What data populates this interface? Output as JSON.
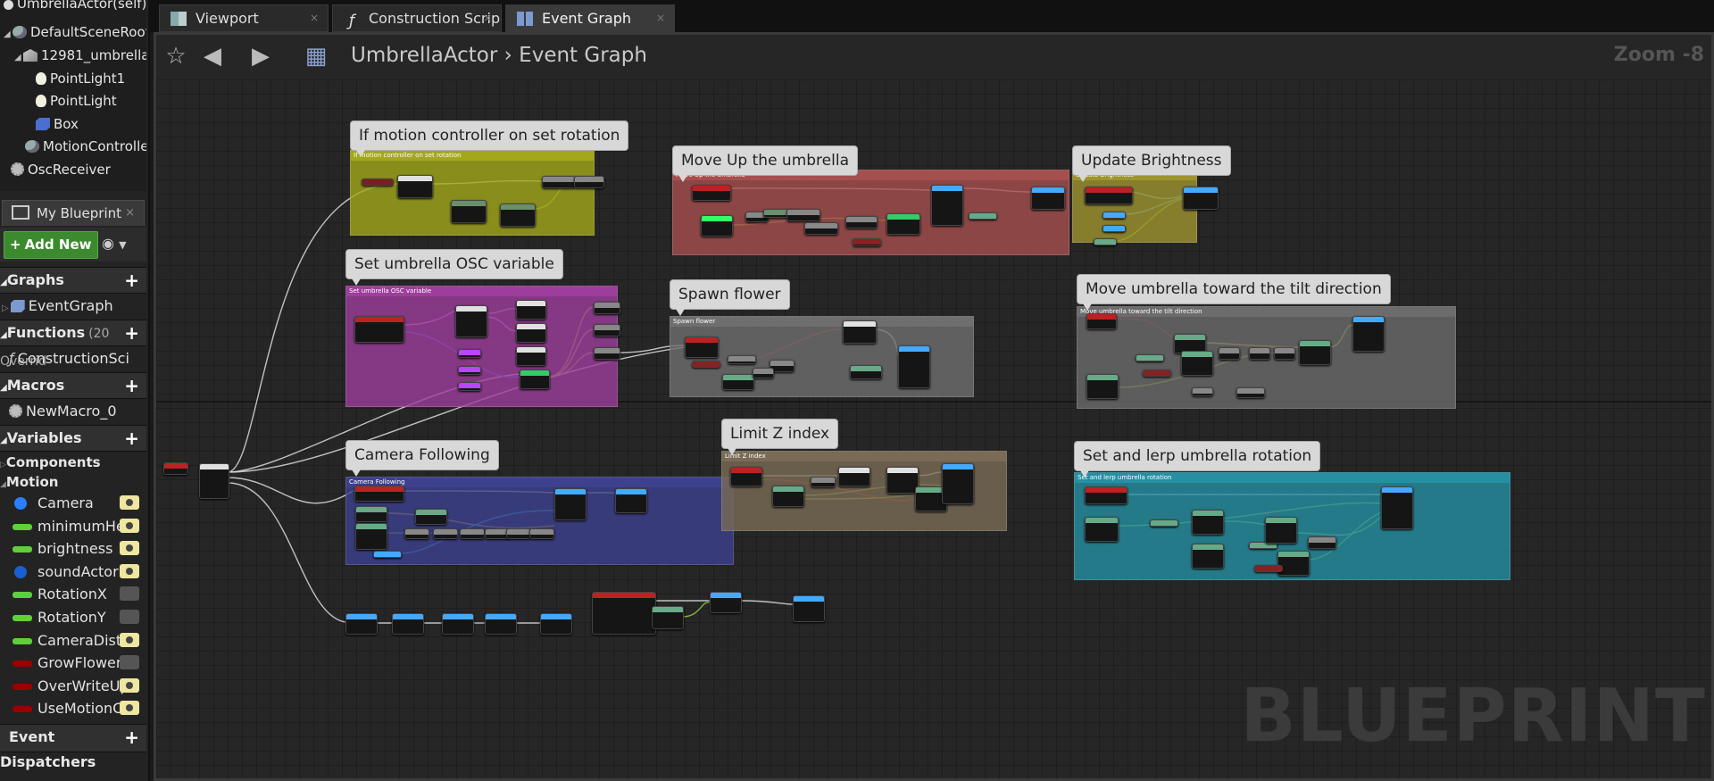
{
  "components": {
    "items": [
      {
        "label": "UmbrellaActor(self)",
        "icon": "actor-icon"
      },
      {
        "label": "DefaultSceneRoot",
        "icon": "scene-root-icon"
      },
      {
        "label": "12981_umbrella",
        "icon": "static-mesh-icon"
      },
      {
        "label": "PointLight1",
        "icon": "light-bulb-icon"
      },
      {
        "label": "PointLight",
        "icon": "light-bulb-icon"
      },
      {
        "label": "Box",
        "icon": "box-icon"
      },
      {
        "label": "MotionControlle",
        "icon": "motion-controller-icon"
      },
      {
        "label": "OscReceiver",
        "icon": "gear-icon"
      }
    ]
  },
  "my_blueprint": {
    "tab_label": "My Blueprint",
    "add_new_label": "Add New",
    "sections": {
      "graphs": {
        "title": "Graphs",
        "items": [
          "EventGraph"
        ]
      },
      "functions": {
        "title": "Functions",
        "extra": "(20 Overrid",
        "items": [
          "ConstructionSci"
        ]
      },
      "macros": {
        "title": "Macros",
        "items": [
          "NewMacro_0"
        ]
      },
      "variables": {
        "title": "Variables",
        "categories": [
          "Components",
          "Motion"
        ],
        "items": [
          {
            "label": "Camera",
            "color": "#2a7fff",
            "visible": true
          },
          {
            "label": "minimumHei",
            "color": "#5fcf3a",
            "visible": true
          },
          {
            "label": "brightness",
            "color": "#5fcf3a",
            "visible": true
          },
          {
            "label": "soundActor",
            "color": "#1a5fd0",
            "visible": true
          },
          {
            "label": "RotationX",
            "color": "#5fcf3a",
            "visible": false
          },
          {
            "label": "RotationY",
            "color": "#5fcf3a",
            "visible": false
          },
          {
            "label": "CameraDista",
            "color": "#5fcf3a",
            "visible": true
          },
          {
            "label": "GrowFlower",
            "color": "#9a0000",
            "visible": false
          },
          {
            "label": "OverWriteUp",
            "color": "#9a0000",
            "visible": true
          },
          {
            "label": "UseMotionCo",
            "color": "#9a0000",
            "visible": true
          }
        ]
      },
      "event_dispatchers": {
        "title": "Event Dispatchers"
      }
    }
  },
  "tabs": [
    {
      "label": "Viewport",
      "icon": "viewport-icon",
      "active": false
    },
    {
      "label": "Construction Scrip",
      "icon": "function-icon",
      "active": false
    },
    {
      "label": "Event Graph",
      "icon": "event-graph-icon",
      "active": true
    }
  ],
  "graph": {
    "breadcrumb": {
      "root": "UmbrellaActor",
      "separator": "›",
      "current": "Event Graph"
    },
    "zoom": "Zoom -8",
    "watermark": "BLUEPRINT",
    "comments": [
      {
        "title": "If motion controller on set rotation",
        "color": "#a3a81a"
      },
      {
        "title": "Move Up the umbrella",
        "color": "#a64f4f"
      },
      {
        "title": "Update Brightness",
        "color": "#9f9530"
      },
      {
        "title": "Set umbrella OSC variable",
        "color": "#9e3e9c"
      },
      {
        "title": "Spawn flower",
        "color": "#6f6f6f"
      },
      {
        "title": "Move umbrella toward the tilt direction",
        "color": "#6c6c6c"
      },
      {
        "title": "Camera Following",
        "color": "#3d418e"
      },
      {
        "title": "Limit Z index",
        "color": "#7a6b56"
      },
      {
        "title": "Set and lerp umbrella rotation",
        "color": "#2690a3"
      }
    ]
  }
}
